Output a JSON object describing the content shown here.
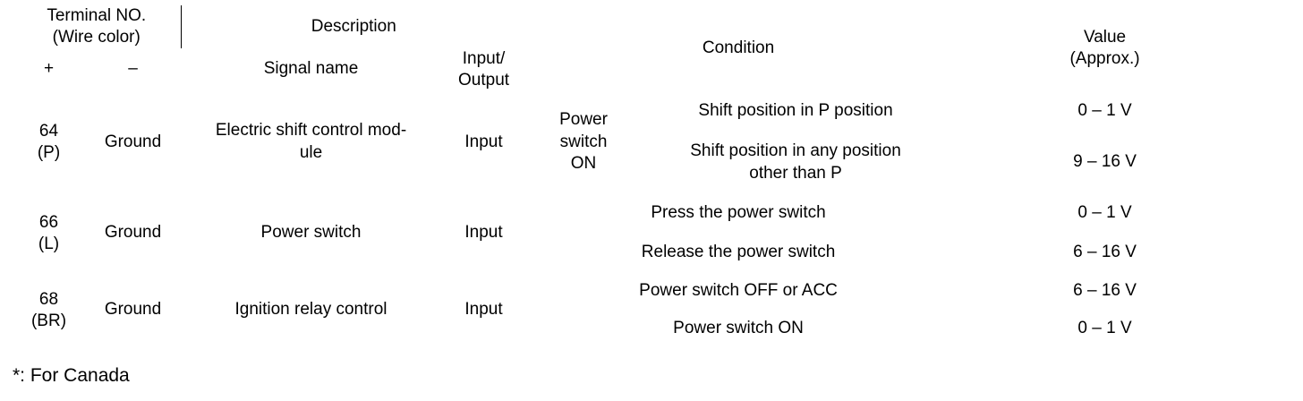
{
  "table": {
    "headers": {
      "terminal_no": "Terminal NO.",
      "wire_color": "(Wire color)",
      "plus": "+",
      "minus": "–",
      "description": "Description",
      "signal_name": "Signal name",
      "input_line1": "Input/",
      "input_line2": "Output",
      "condition": "Condition",
      "value_line1": "Value",
      "value_line2": "(Approx.)"
    },
    "rows": [
      {
        "terminal": "64",
        "wire_color": "(P)",
        "ground": "Ground",
        "signal_name": "Electric shift control mod-\nule",
        "signal_name_line1": "Electric shift control mod-",
        "signal_name_line2": "ule",
        "io": "Input",
        "condition_group_line1": "Power",
        "condition_group_line2": "switch",
        "condition_group_line3": "ON",
        "conditions": [
          {
            "text": "Shift position in P position",
            "text_line1": "Shift position in P position",
            "text_line2": "",
            "value": "0 – 1 V"
          },
          {
            "text": "Shift position in any position other than P",
            "text_line1": "Shift position in any position",
            "text_line2": "other than P",
            "value": "9 – 16 V"
          }
        ]
      },
      {
        "terminal": "66",
        "wire_color": "(L)",
        "ground": "Ground",
        "signal_name": "Power switch",
        "signal_name_line1": "Power switch",
        "signal_name_line2": "",
        "io": "Input",
        "condition_group_line1": "",
        "condition_group_line2": "",
        "condition_group_line3": "",
        "conditions": [
          {
            "text": "Press the power switch",
            "text_line1": "Press the power switch",
            "text_line2": "",
            "value": "0 – 1 V"
          },
          {
            "text": "Release the power switch",
            "text_line1": "Release the power switch",
            "text_line2": "",
            "value": "6 – 16 V"
          }
        ]
      },
      {
        "terminal": "68",
        "wire_color": "(BR)",
        "ground": "Ground",
        "signal_name": "Ignition relay control",
        "signal_name_line1": "Ignition relay control",
        "signal_name_line2": "",
        "io": "Input",
        "condition_group_line1": "",
        "condition_group_line2": "",
        "condition_group_line3": "",
        "conditions": [
          {
            "text": "Power switch OFF or ACC",
            "text_line1": "Power switch OFF or ACC",
            "text_line2": "",
            "value": "6 – 16 V"
          },
          {
            "text": "Power switch ON",
            "text_line1": "Power switch ON",
            "text_line2": "",
            "value": "0 – 1 V"
          }
        ]
      }
    ]
  },
  "footnote": "*: For Canada",
  "colors": {
    "ink": "#000000",
    "paper": "#ffffff"
  }
}
